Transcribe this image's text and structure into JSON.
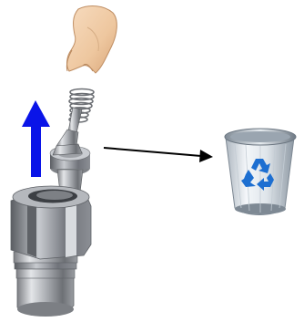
{
  "diagram": {
    "steps": [
      {
        "name": "hand",
        "icon": "hand-icon"
      },
      {
        "name": "lift-direction",
        "icon": "arrow-up-icon",
        "color": "#0a14e8"
      },
      {
        "name": "valve-insert-with-spring",
        "icon": "valve-insert-icon"
      },
      {
        "name": "discard-direction",
        "icon": "arrow-right-icon",
        "color": "#000000"
      },
      {
        "name": "recycle-bin",
        "icon": "recycle-bin-icon",
        "symbol_color": "#1d6fd1"
      },
      {
        "name": "coupling-body",
        "icon": "coupling-body-icon"
      }
    ]
  }
}
